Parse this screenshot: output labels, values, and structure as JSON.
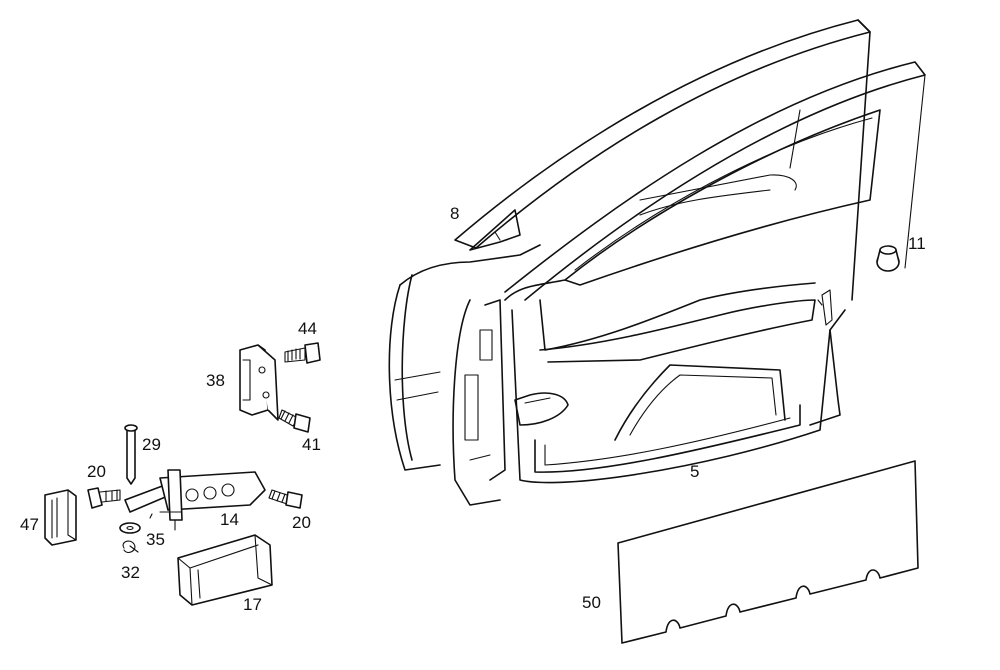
{
  "diagram": {
    "labels": {
      "door_shell": "5",
      "window_frame": "8",
      "plug": "11",
      "door_check": "14",
      "check_housing": "17",
      "bolt_left": "20",
      "bolt_right": "20",
      "pin": "29",
      "clip": "32",
      "washer": "35",
      "hinge": "38",
      "hinge_bolt_lower": "41",
      "hinge_bolt_upper": "44",
      "rubber_buffer": "47",
      "insulation_sheet": "50"
    }
  }
}
